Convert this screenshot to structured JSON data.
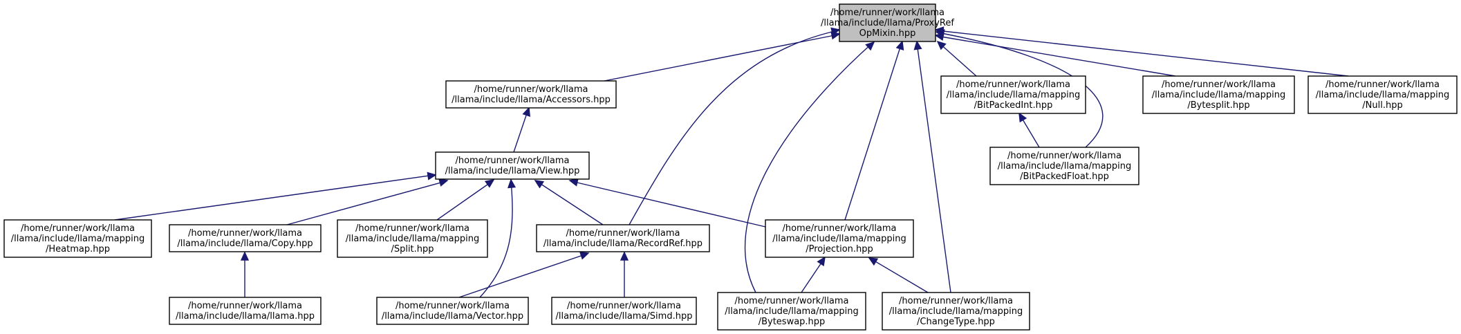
{
  "graph": {
    "nodes": [
      {
        "id": "proxyref",
        "lines": [
          "/home/runner/work/llama",
          "/llama/include/llama/ProxyRef",
          "OpMixin.hpp"
        ],
        "highlight": true
      },
      {
        "id": "accessors",
        "lines": [
          "/home/runner/work/llama",
          "/llama/include/llama/Accessors.hpp"
        ]
      },
      {
        "id": "bitpackedint",
        "lines": [
          "/home/runner/work/llama",
          "/llama/include/llama/mapping",
          "/BitPackedInt.hpp"
        ]
      },
      {
        "id": "bytesplit",
        "lines": [
          "/home/runner/work/llama",
          "/llama/include/llama/mapping",
          "/Bytesplit.hpp"
        ]
      },
      {
        "id": "null",
        "lines": [
          "/home/runner/work/llama",
          "/llama/include/llama/mapping",
          "/Null.hpp"
        ]
      },
      {
        "id": "view",
        "lines": [
          "/home/runner/work/llama",
          "/llama/include/llama/View.hpp"
        ]
      },
      {
        "id": "bitpackedfloat",
        "lines": [
          "/home/runner/work/llama",
          "/llama/include/llama/mapping",
          "/BitPackedFloat.hpp"
        ]
      },
      {
        "id": "heatmap",
        "lines": [
          "/home/runner/work/llama",
          "/llama/include/llama/mapping",
          "/Heatmap.hpp"
        ]
      },
      {
        "id": "copy",
        "lines": [
          "/home/runner/work/llama",
          "/llama/include/llama/Copy.hpp"
        ]
      },
      {
        "id": "split",
        "lines": [
          "/home/runner/work/llama",
          "/llama/include/llama/mapping",
          "/Split.hpp"
        ]
      },
      {
        "id": "recordref",
        "lines": [
          "/home/runner/work/llama",
          "/llama/include/llama/RecordRef.hpp"
        ]
      },
      {
        "id": "projection",
        "lines": [
          "/home/runner/work/llama",
          "/llama/include/llama/mapping",
          "/Projection.hpp"
        ]
      },
      {
        "id": "llamahpp",
        "lines": [
          "/home/runner/work/llama",
          "/llama/include/llama/llama.hpp"
        ]
      },
      {
        "id": "vector",
        "lines": [
          "/home/runner/work/llama",
          "/llama/include/llama/Vector.hpp"
        ]
      },
      {
        "id": "simd",
        "lines": [
          "/home/runner/work/llama",
          "/llama/include/llama/Simd.hpp"
        ]
      },
      {
        "id": "byteswap",
        "lines": [
          "/home/runner/work/llama",
          "/llama/include/llama/mapping",
          "/Byteswap.hpp"
        ]
      },
      {
        "id": "changetype",
        "lines": [
          "/home/runner/work/llama",
          "/llama/include/llama/mapping",
          "/ChangeType.hpp"
        ]
      }
    ],
    "edges": [
      {
        "from": "accessors",
        "to": "proxyref"
      },
      {
        "from": "recordref",
        "to": "proxyref"
      },
      {
        "from": "byteswap",
        "to": "proxyref"
      },
      {
        "from": "projection",
        "to": "proxyref"
      },
      {
        "from": "changetype",
        "to": "proxyref"
      },
      {
        "from": "bitpackedint",
        "to": "proxyref"
      },
      {
        "from": "bitpackedfloat",
        "to": "proxyref"
      },
      {
        "from": "bytesplit",
        "to": "proxyref"
      },
      {
        "from": "null",
        "to": "proxyref"
      },
      {
        "from": "view",
        "to": "accessors"
      },
      {
        "from": "bitpackedfloat",
        "to": "bitpackedint"
      },
      {
        "from": "heatmap",
        "to": "view"
      },
      {
        "from": "copy",
        "to": "view"
      },
      {
        "from": "split",
        "to": "view"
      },
      {
        "from": "vector",
        "to": "view"
      },
      {
        "from": "recordref",
        "to": "view"
      },
      {
        "from": "projection",
        "to": "view"
      },
      {
        "from": "llamahpp",
        "to": "copy"
      },
      {
        "from": "vector",
        "to": "recordref"
      },
      {
        "from": "simd",
        "to": "recordref"
      },
      {
        "from": "byteswap",
        "to": "projection"
      },
      {
        "from": "changetype",
        "to": "projection"
      }
    ],
    "colors": {
      "edge": "#191970",
      "node_fill": "#ffffff",
      "node_highlight_fill": "#bfbfbf",
      "node_border": "#000000"
    }
  }
}
